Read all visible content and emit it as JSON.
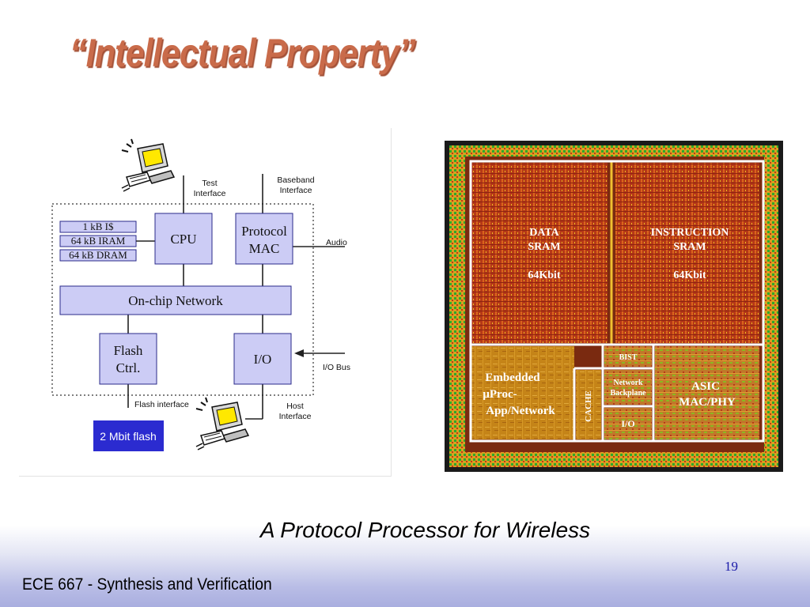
{
  "slide": {
    "title": "“Intellectual Property”",
    "caption": "A Protocol Processor for Wireless",
    "footer": "ECE 667 - Synthesis and Verification",
    "page_number": "19"
  },
  "block_diagram": {
    "labels": {
      "test_interface": [
        "Test",
        "Interface"
      ],
      "baseband_interface": [
        "Baseband",
        "Interface"
      ],
      "audio": "Audio",
      "io_bus": "I/O Bus",
      "flash_interface": "Flash interface",
      "host_interface": [
        "Host",
        "Interface"
      ]
    },
    "memories": [
      "1 kB I$",
      "64 kB IRAM",
      "64 kB DRAM"
    ],
    "blocks": {
      "cpu": "CPU",
      "protocol_mac": [
        "Protocol",
        "MAC"
      ],
      "on_chip_network": "On-chip Network",
      "flash_ctrl": [
        "Flash",
        "Ctrl."
      ],
      "io": "I/O",
      "flash_memory": "2 Mbit flash"
    },
    "icons": [
      "computer-terminal-icon",
      "computer-terminal-icon"
    ],
    "colors": {
      "block_fill": "#ccccf5",
      "flash_fill": "#2b2bd0"
    }
  },
  "die_photo": {
    "regions": {
      "data_sram": [
        "DATA",
        "SRAM",
        "64Kbit"
      ],
      "instruction_sram": [
        "INSTRUCTION",
        "SRAM",
        "64Kbit"
      ],
      "embedded_proc": [
        "Embedded",
        "μProc-",
        "App/Network"
      ],
      "cache": "CACHE",
      "bist": "BIST",
      "network_backplane": [
        "Network",
        "Backplane"
      ],
      "io": "I/O",
      "asic_mac_phy": [
        "ASIC",
        "MAC/PHY"
      ]
    },
    "colors": {
      "sram": "#b83a18",
      "logic": "#c98a18",
      "frame": "#1a1a1a"
    }
  }
}
